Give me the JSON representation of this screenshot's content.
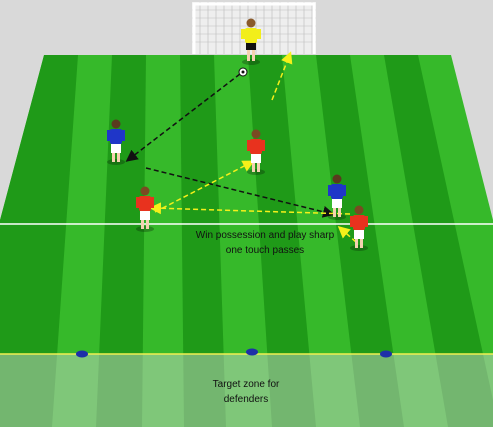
{
  "captions": {
    "drill_line1": "Win possession and play sharp",
    "drill_line2": "one touch passes",
    "zone_line1": "Target zone for",
    "zone_line2": "defenders"
  },
  "colors": {
    "pitch_light": "#36b92a",
    "pitch_dark": "#1f9a18",
    "background": "#d9d9d9",
    "team_red": "#e8321e",
    "team_blue": "#1f36c8",
    "goalkeeper": "#f2ee1a",
    "pass_arrow": "#f5f01a",
    "run_arrow": "#111111",
    "target_line": "#f0f050",
    "cone": "#1e2fa8"
  },
  "legend_icons": [
    "goal-icon",
    "ball-icon",
    "cone-icon"
  ]
}
